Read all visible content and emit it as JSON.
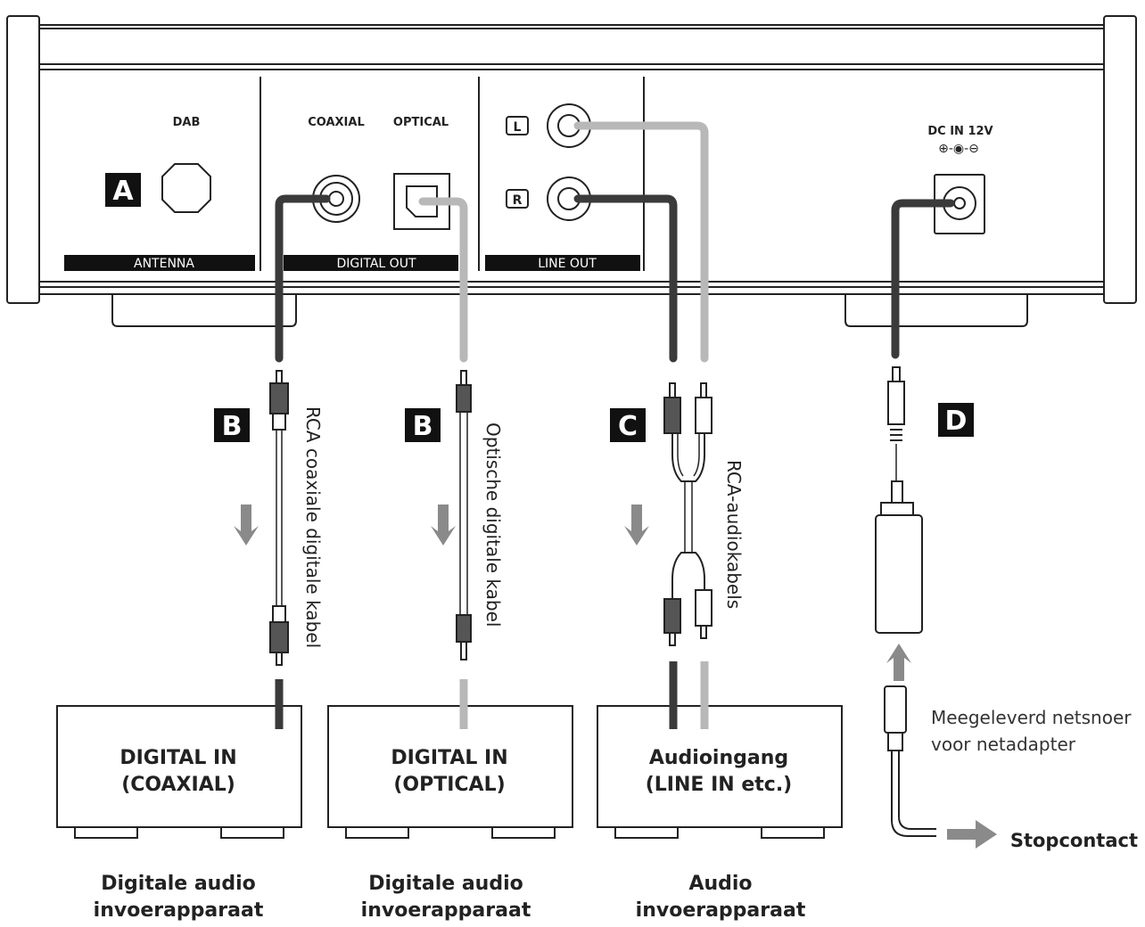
{
  "panel": {
    "dab_label": "DAB",
    "coaxial_label": "COAXIAL",
    "optical_label": "OPTICAL",
    "left_label": "L",
    "right_label": "R",
    "dc_label": "DC IN 12V",
    "polarity_symbol": "⊕-◉-⊖",
    "antenna_bar": "ANTENNA",
    "digital_out_bar": "DIGITAL OUT",
    "line_out_bar": "LINE OUT"
  },
  "badges": {
    "a": "A",
    "b1": "B",
    "b2": "B",
    "c": "C",
    "d": "D"
  },
  "cables": {
    "coaxial": "RCA coaxiale digitale kabel",
    "optical": "Optische digitale kabel",
    "audio": "RCA-audiokabels"
  },
  "devices": {
    "coaxial_in": [
      "DIGITAL IN",
      "(COAXIAL)"
    ],
    "optical_in": [
      "DIGITAL IN",
      "(OPTICAL)"
    ],
    "audio_in": [
      "Audioingang",
      "(LINE IN etc.)"
    ]
  },
  "captions": {
    "digital_1": [
      "Digitale audio",
      "invoerapparaat"
    ],
    "digital_2": [
      "Digitale audio",
      "invoerapparaat"
    ],
    "audio": [
      "Audio",
      "invoerapparaat"
    ]
  },
  "power": {
    "cord_note": [
      "Meegeleverd netsnoer",
      "voor netadapter"
    ],
    "outlet": "Stopcontact"
  },
  "colors": {
    "dark_cable": "#3a3a3a",
    "light_cable": "#b8b8b8",
    "line": "#222222",
    "bar": "#111111",
    "arrow": "#8a8a8a"
  }
}
